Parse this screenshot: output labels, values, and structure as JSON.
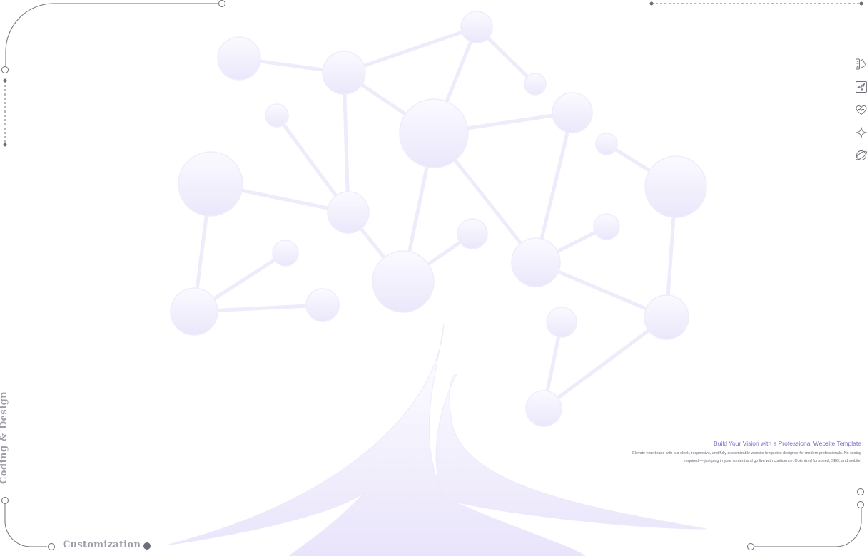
{
  "branding": {
    "vertical_label": "Coding & Design",
    "section_label": "Customization"
  },
  "promo": {
    "title": "Build Your Vision with a Professional Website Template",
    "body": "Elevate your brand with our sleek, responsive, and fully customizable website templates designed for modern professionals. No coding required — just plug in your content and go live with confidence. Optimized for speed, SEO, and mobile."
  },
  "side_nav": [
    {
      "icon": "palette-icon"
    },
    {
      "icon": "send-icon"
    },
    {
      "icon": "heart-icon"
    },
    {
      "icon": "sparkle-icon"
    },
    {
      "icon": "planet-icon"
    }
  ],
  "colors": {
    "accent": "#7e6cc8",
    "line": "#6b6f78",
    "muted_text": "#9a9ea8",
    "tree": "#ece8fb"
  }
}
